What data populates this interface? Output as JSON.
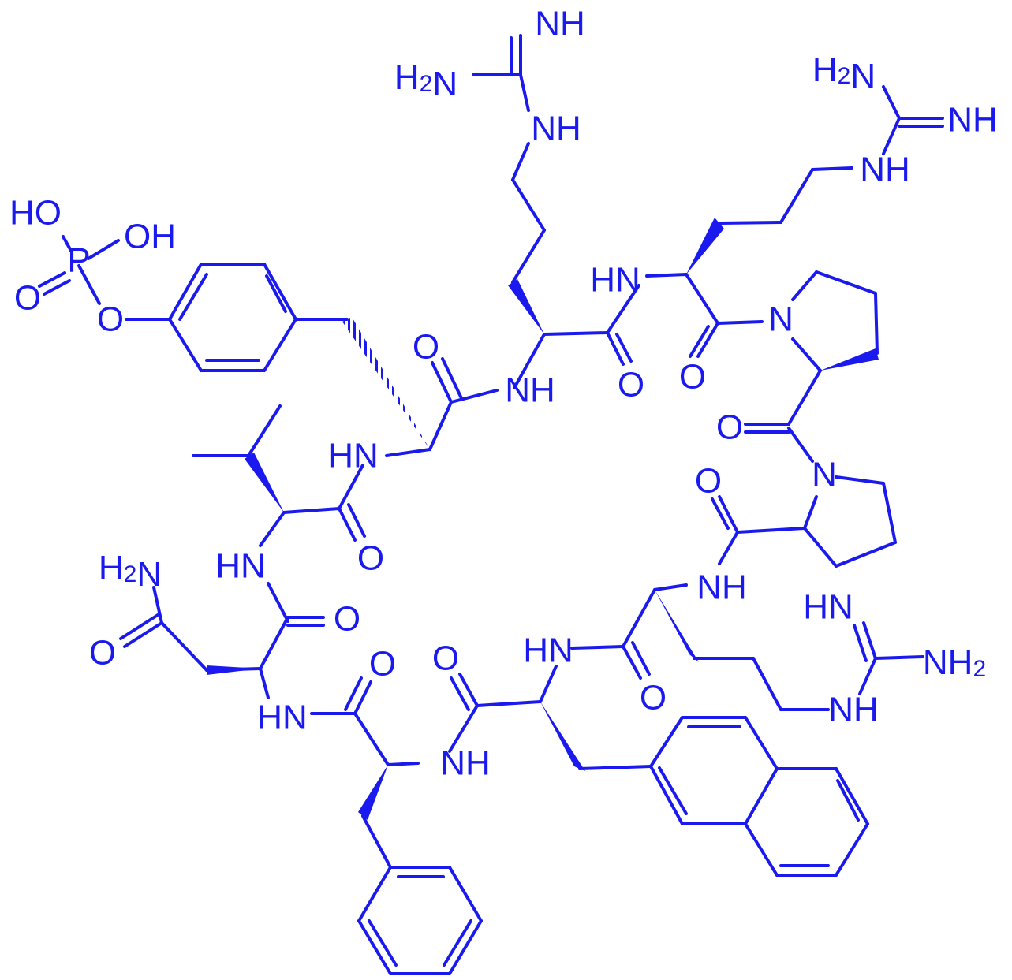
{
  "colors": {
    "ink": "#1a1aee",
    "background": "#ffffff"
  },
  "atoms": {
    "nh_top": "NH",
    "h2n_top": "H2N",
    "nh_arg1": "NH",
    "h2n_topright": "H2N",
    "nh_topright": "NH",
    "nh_arg2": "NH",
    "ho_p": "HO",
    "oh_p": "OH",
    "p": "P",
    "o_p_double": "O",
    "o_p_ester": "O",
    "hn_arg2_amide": "HN",
    "o_arg1_c1": "O",
    "o_arg1_c2": "O",
    "nh_arg1_amide": "NH",
    "n_pro1": "N",
    "o_arg2_co": "O",
    "o_pro1_co": "O",
    "hn_val": "HN",
    "n_pro2": "N",
    "o_pro2_co": "O",
    "o_val": "O",
    "hn_right_guan": "HN",
    "nh_arg3_amide": "NH",
    "h2n_asn": "H2N",
    "hn_asn_amide": "HN",
    "o_asn_bb": "O",
    "nh2_right": "NH2",
    "o_asn_side": "O",
    "hn_arg3_amide": "HN",
    "o_phe_co": "O",
    "o_nal_co": "O",
    "o_arg3_co": "O",
    "nh_arg3_side": "NH",
    "hn_phe_amide": "HN",
    "nh_nal_amide": "NH"
  }
}
